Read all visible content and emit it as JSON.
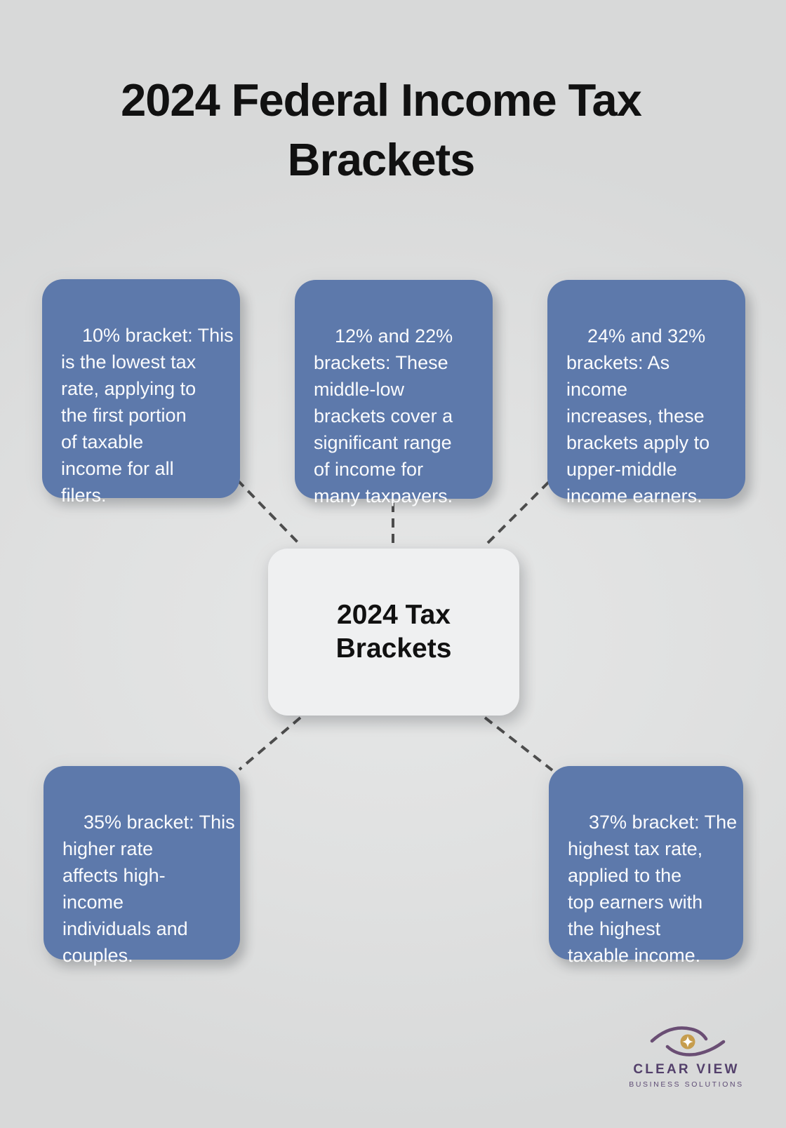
{
  "title": "2024 Federal Income Tax\nBrackets",
  "center_node": {
    "label": "2024 Tax\nBrackets"
  },
  "nodes": [
    {
      "id": "bracket-10",
      "text": "10% bracket: This\nis the lowest tax\nrate, applying to\nthe first portion\nof taxable\nincome for all\nfilers."
    },
    {
      "id": "bracket-12-22",
      "text": "12% and 22%\nbrackets: These\nmiddle-low\nbrackets cover a\nsignificant range\nof income for\nmany taxpayers."
    },
    {
      "id": "bracket-24-32",
      "text": "24% and 32%\nbrackets: As\nincome\nincreases, these\nbrackets apply to\nupper-middle\nincome earners."
    },
    {
      "id": "bracket-35",
      "text": "35% bracket: This\nhigher rate\naffects high-\nincome\nindividuals and\ncouples."
    },
    {
      "id": "bracket-37",
      "text": "37% bracket: The\nhighest tax rate,\napplied to the\ntop earners with\nthe highest\ntaxable income."
    }
  ],
  "colors": {
    "background": "#dfe0e0",
    "node_fill": "#5d79ab",
    "node_text": "#fafbfd",
    "center_fill": "#eff0f1",
    "connector": "#4d4d4d",
    "title_text": "#111111",
    "logo_purple": "#6a4e74",
    "logo_text_purple": "#53406b",
    "logo_gold": "#c69d4e"
  },
  "logo": {
    "brand": "CLEAR VIEW",
    "tagline": "BUSINESS SOLUTIONS",
    "icon": "eye-icon"
  }
}
